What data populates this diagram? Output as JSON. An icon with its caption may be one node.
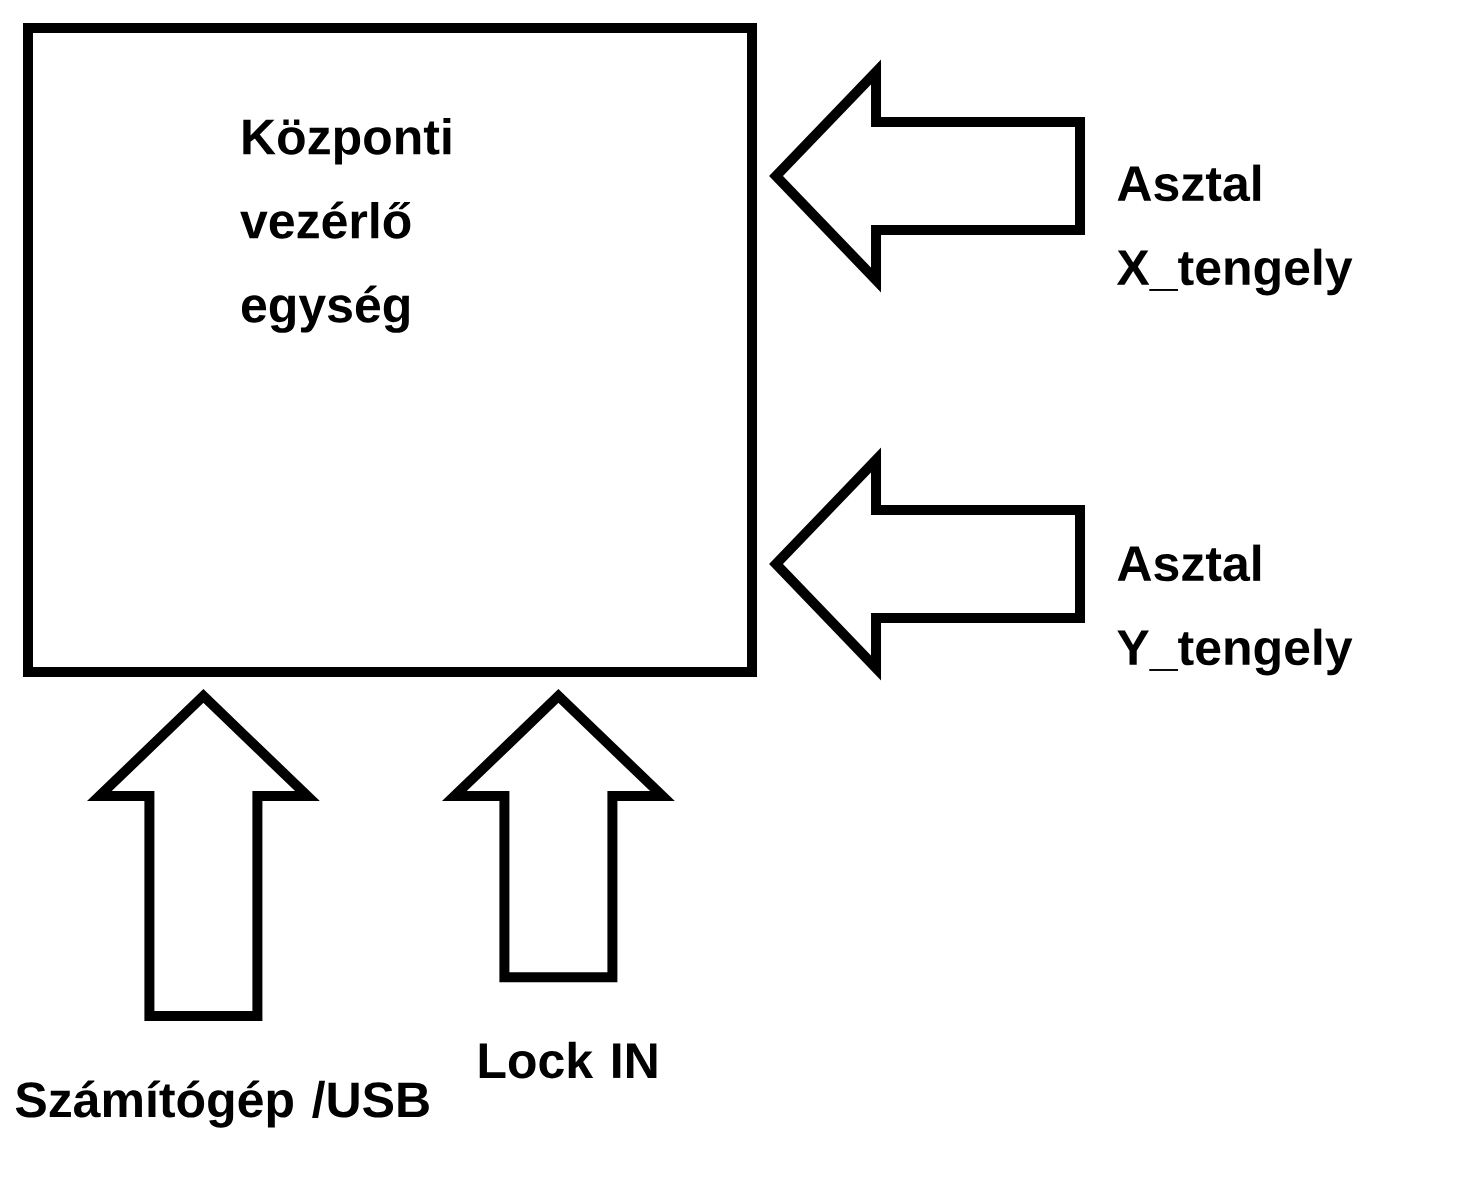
{
  "diagram": {
    "nodes": [
      {
        "text": [
          "Központi vezérlő egység"
        ]
      },
      {
        "text": [
          "Asztal X_tengely"
        ]
      },
      {
        "text": [
          "Asztal Y_tengely"
        ]
      },
      {
        "text": [
          "Számítógép /USB"
        ]
      },
      {
        "text": [
          "Lock IN"
        ]
      }
    ],
    "edges": [
      {
        "from": 1,
        "to": 0,
        "arrow": "to"
      },
      {
        "from": 2,
        "to": 0,
        "arrow": "to"
      },
      {
        "from": 3,
        "to": 0,
        "arrow": "to"
      },
      {
        "from": 4,
        "to": 0,
        "arrow": "to"
      }
    ]
  }
}
